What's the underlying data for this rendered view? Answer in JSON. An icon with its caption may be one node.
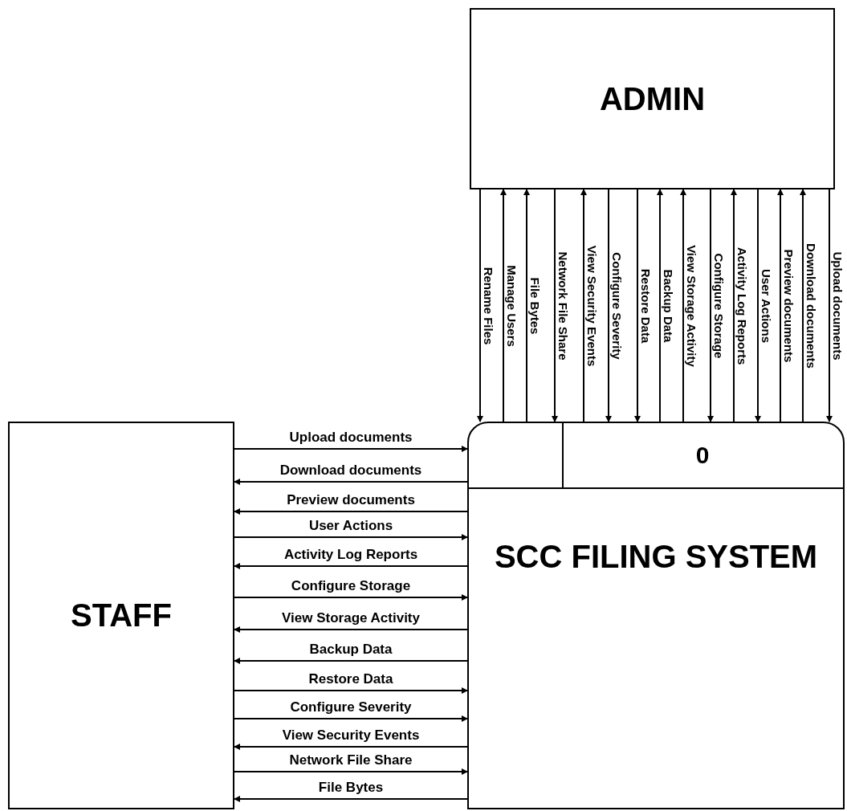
{
  "diagram": {
    "nodes": [
      {
        "text": [
          "ADMIN"
        ]
      },
      {
        "text": [
          "STAFF"
        ]
      },
      {
        "text": [
          "0",
          "SCC FILING SYSTEM"
        ]
      }
    ],
    "edges": [
      {
        "from": 1,
        "to": 2,
        "arrow": "to",
        "label": "Upload documents"
      },
      {
        "from": 2,
        "to": 1,
        "arrow": "to",
        "label": "Download documents"
      },
      {
        "from": 2,
        "to": 1,
        "arrow": "to",
        "label": "Preview documents"
      },
      {
        "from": 1,
        "to": 2,
        "arrow": "to",
        "label": "User Actions"
      },
      {
        "from": 2,
        "to": 1,
        "arrow": "to",
        "label": "Activity Log Reports"
      },
      {
        "from": 1,
        "to": 2,
        "arrow": "to",
        "label": "Configure Storage"
      },
      {
        "from": 2,
        "to": 1,
        "arrow": "to",
        "label": "View Storage Activity"
      },
      {
        "from": 2,
        "to": 1,
        "arrow": "to",
        "label": "Backup Data"
      },
      {
        "from": 1,
        "to": 2,
        "arrow": "to",
        "label": "Restore Data"
      },
      {
        "from": 1,
        "to": 2,
        "arrow": "to",
        "label": "Configure Severity"
      },
      {
        "from": 2,
        "to": 1,
        "arrow": "to",
        "label": "View Security Events"
      },
      {
        "from": 1,
        "to": 2,
        "arrow": "to",
        "label": "Network File Share"
      },
      {
        "from": 2,
        "to": 1,
        "arrow": "to",
        "label": "File Bytes"
      },
      {
        "from": 0,
        "to": 2,
        "arrow": "to",
        "label": "Rename Files"
      },
      {
        "from": 2,
        "to": 0,
        "arrow": "to",
        "label": "Manage Users"
      },
      {
        "from": 2,
        "to": 0,
        "arrow": "to",
        "label": "File Bytes"
      },
      {
        "from": 0,
        "to": 2,
        "arrow": "to",
        "label": "Network File Share"
      },
      {
        "from": 2,
        "to": 0,
        "arrow": "to",
        "label": "View Security Events"
      },
      {
        "from": 0,
        "to": 2,
        "arrow": "to",
        "label": "Configure Severity"
      },
      {
        "from": 0,
        "to": 2,
        "arrow": "to",
        "label": "Restore Data"
      },
      {
        "from": 2,
        "to": 0,
        "arrow": "to",
        "label": "Backup Data"
      },
      {
        "from": 2,
        "to": 0,
        "arrow": "to",
        "label": "View Storage Activity"
      },
      {
        "from": 0,
        "to": 2,
        "arrow": "to",
        "label": "Configure Storage"
      },
      {
        "from": 2,
        "to": 0,
        "arrow": "to",
        "label": "Activity Log Reports"
      },
      {
        "from": 0,
        "to": 2,
        "arrow": "to",
        "label": "User Actions"
      },
      {
        "from": 2,
        "to": 0,
        "arrow": "to",
        "label": "Preview documents"
      },
      {
        "from": 2,
        "to": 0,
        "arrow": "to",
        "label": "Download documents"
      },
      {
        "from": 0,
        "to": 2,
        "arrow": "to",
        "label": "Upload documents"
      }
    ]
  }
}
